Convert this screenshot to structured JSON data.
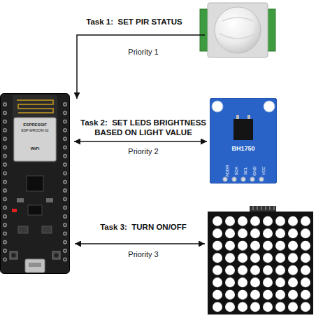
{
  "diagram": {
    "nodes": [
      {
        "text": [
          "ESPRESSIF",
          "ESP-WROOM-32",
          "WiFi"
        ]
      },
      {
        "text": [
          "BH1750",
          "ADDR",
          "SDA",
          "SCL",
          "GND",
          "VCC"
        ]
      }
    ],
    "edges": [
      {
        "from": 0,
        "to": 1,
        "arrow": "both",
        "label": "Task 2:  SET LEDS BRIGHTNESS BASED ON LIGHT VALUE"
      }
    ],
    "labels": [
      "Task 1:  SET PIR STATUS",
      "Priority 1",
      "Priority 2",
      "Task 3:  TURN ON/OFF",
      "Priority 3"
    ]
  }
}
